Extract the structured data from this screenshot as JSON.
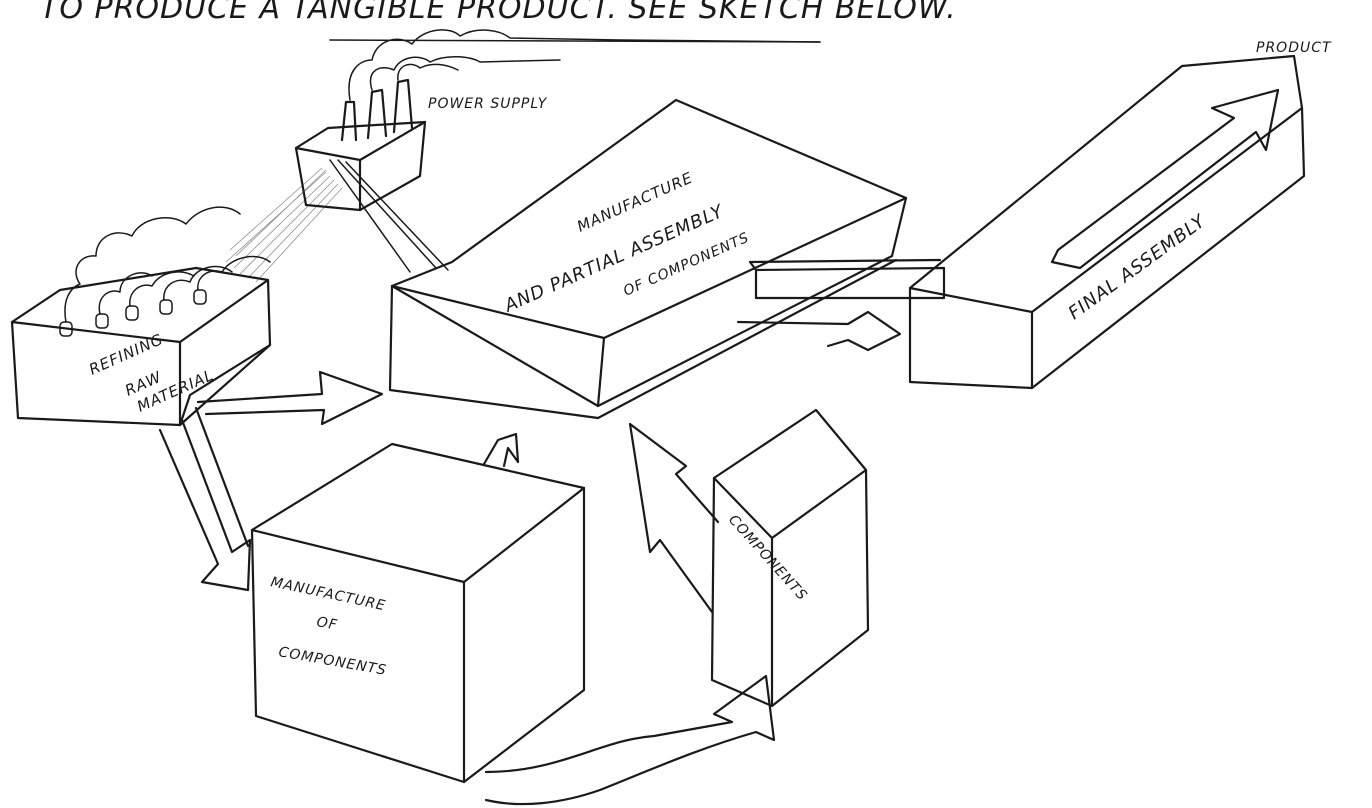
{
  "header_text": "TO PRODUCE A TANGIBLE PRODUCT. SEE SKETCH BELOW.",
  "labels": {
    "product": "PRODUCT",
    "power_supply": "POWER SUPPLY",
    "manufacture_partial_line1": "MANUFACTURE",
    "manufacture_partial_line2": "AND PARTIAL ASSEMBLY",
    "manufacture_partial_line3": "OF COMPONENTS",
    "final_assembly": "FINAL ASSEMBLY",
    "refining_line1": "REFINING",
    "refining_line2": "RAW",
    "refining_line3": "MATERIAL",
    "manufacture_components_line1": "MANUFACTURE",
    "manufacture_components_line2": "OF",
    "manufacture_components_line3": "COMPONENTS",
    "components": "COMPONENTS"
  }
}
